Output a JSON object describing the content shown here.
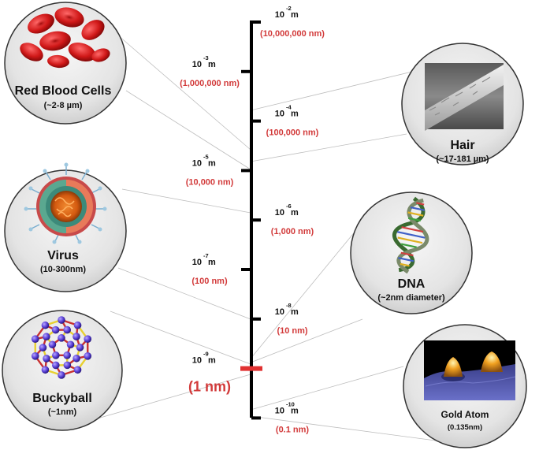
{
  "scale": {
    "ticks": [
      {
        "exp": "-2",
        "base": "10",
        "unit": "m",
        "nm": "(10,000,000 nm)",
        "side": "right",
        "highlight": false
      },
      {
        "exp": "-3",
        "base": "10",
        "unit": "m",
        "nm": "(1,000,000 nm)",
        "side": "left",
        "highlight": false
      },
      {
        "exp": "-4",
        "base": "10",
        "unit": "m",
        "nm": "(100,000 nm)",
        "side": "right",
        "highlight": false
      },
      {
        "exp": "-5",
        "base": "10",
        "unit": "m",
        "nm": "(10,000 nm)",
        "side": "left",
        "highlight": false
      },
      {
        "exp": "-6",
        "base": "10",
        "unit": "m",
        "nm": "(1,000 nm)",
        "side": "right",
        "highlight": false
      },
      {
        "exp": "-7",
        "base": "10",
        "unit": "m",
        "nm": "(100 nm)",
        "side": "left",
        "highlight": false
      },
      {
        "exp": "-8",
        "base": "10",
        "unit": "m",
        "nm": "(10 nm)",
        "side": "right",
        "highlight": false
      },
      {
        "exp": "-9",
        "base": "10",
        "unit": "m",
        "nm": "(1 nm)",
        "side": "left",
        "highlight": true
      },
      {
        "exp": "-10",
        "base": "10",
        "unit": "m",
        "nm": "(0.1 nm)",
        "side": "right",
        "highlight": false
      }
    ],
    "axis_color": "#000000",
    "highlight_color": "#e03030"
  },
  "objects": {
    "red_blood_cells": {
      "title": "Red Blood Cells",
      "subtitle": "(~2-8 µm)",
      "icon": "red-blood-cells-image",
      "color": "#d42020"
    },
    "hair": {
      "title": "Hair",
      "subtitle": "(~17-181 µm)",
      "icon": "hair-sem-image",
      "color": "#bbbbbb"
    },
    "virus": {
      "title": "Virus",
      "subtitle": "(10-300nm)",
      "icon": "virus-image",
      "color": "#2e8b6e"
    },
    "dna": {
      "title": "DNA",
      "subtitle": "(~2nm diameter)",
      "icon": "dna-helix-image",
      "color": "#4a7a3a"
    },
    "buckyball": {
      "title": "Buckyball",
      "subtitle": "(~1nm)",
      "icon": "buckyball-image",
      "color": "#5a3fcf"
    },
    "gold_atom": {
      "title": "Gold Atom",
      "subtitle": "(0.135nm)",
      "icon": "gold-atom-stm-image",
      "color": "#e8a020"
    }
  }
}
